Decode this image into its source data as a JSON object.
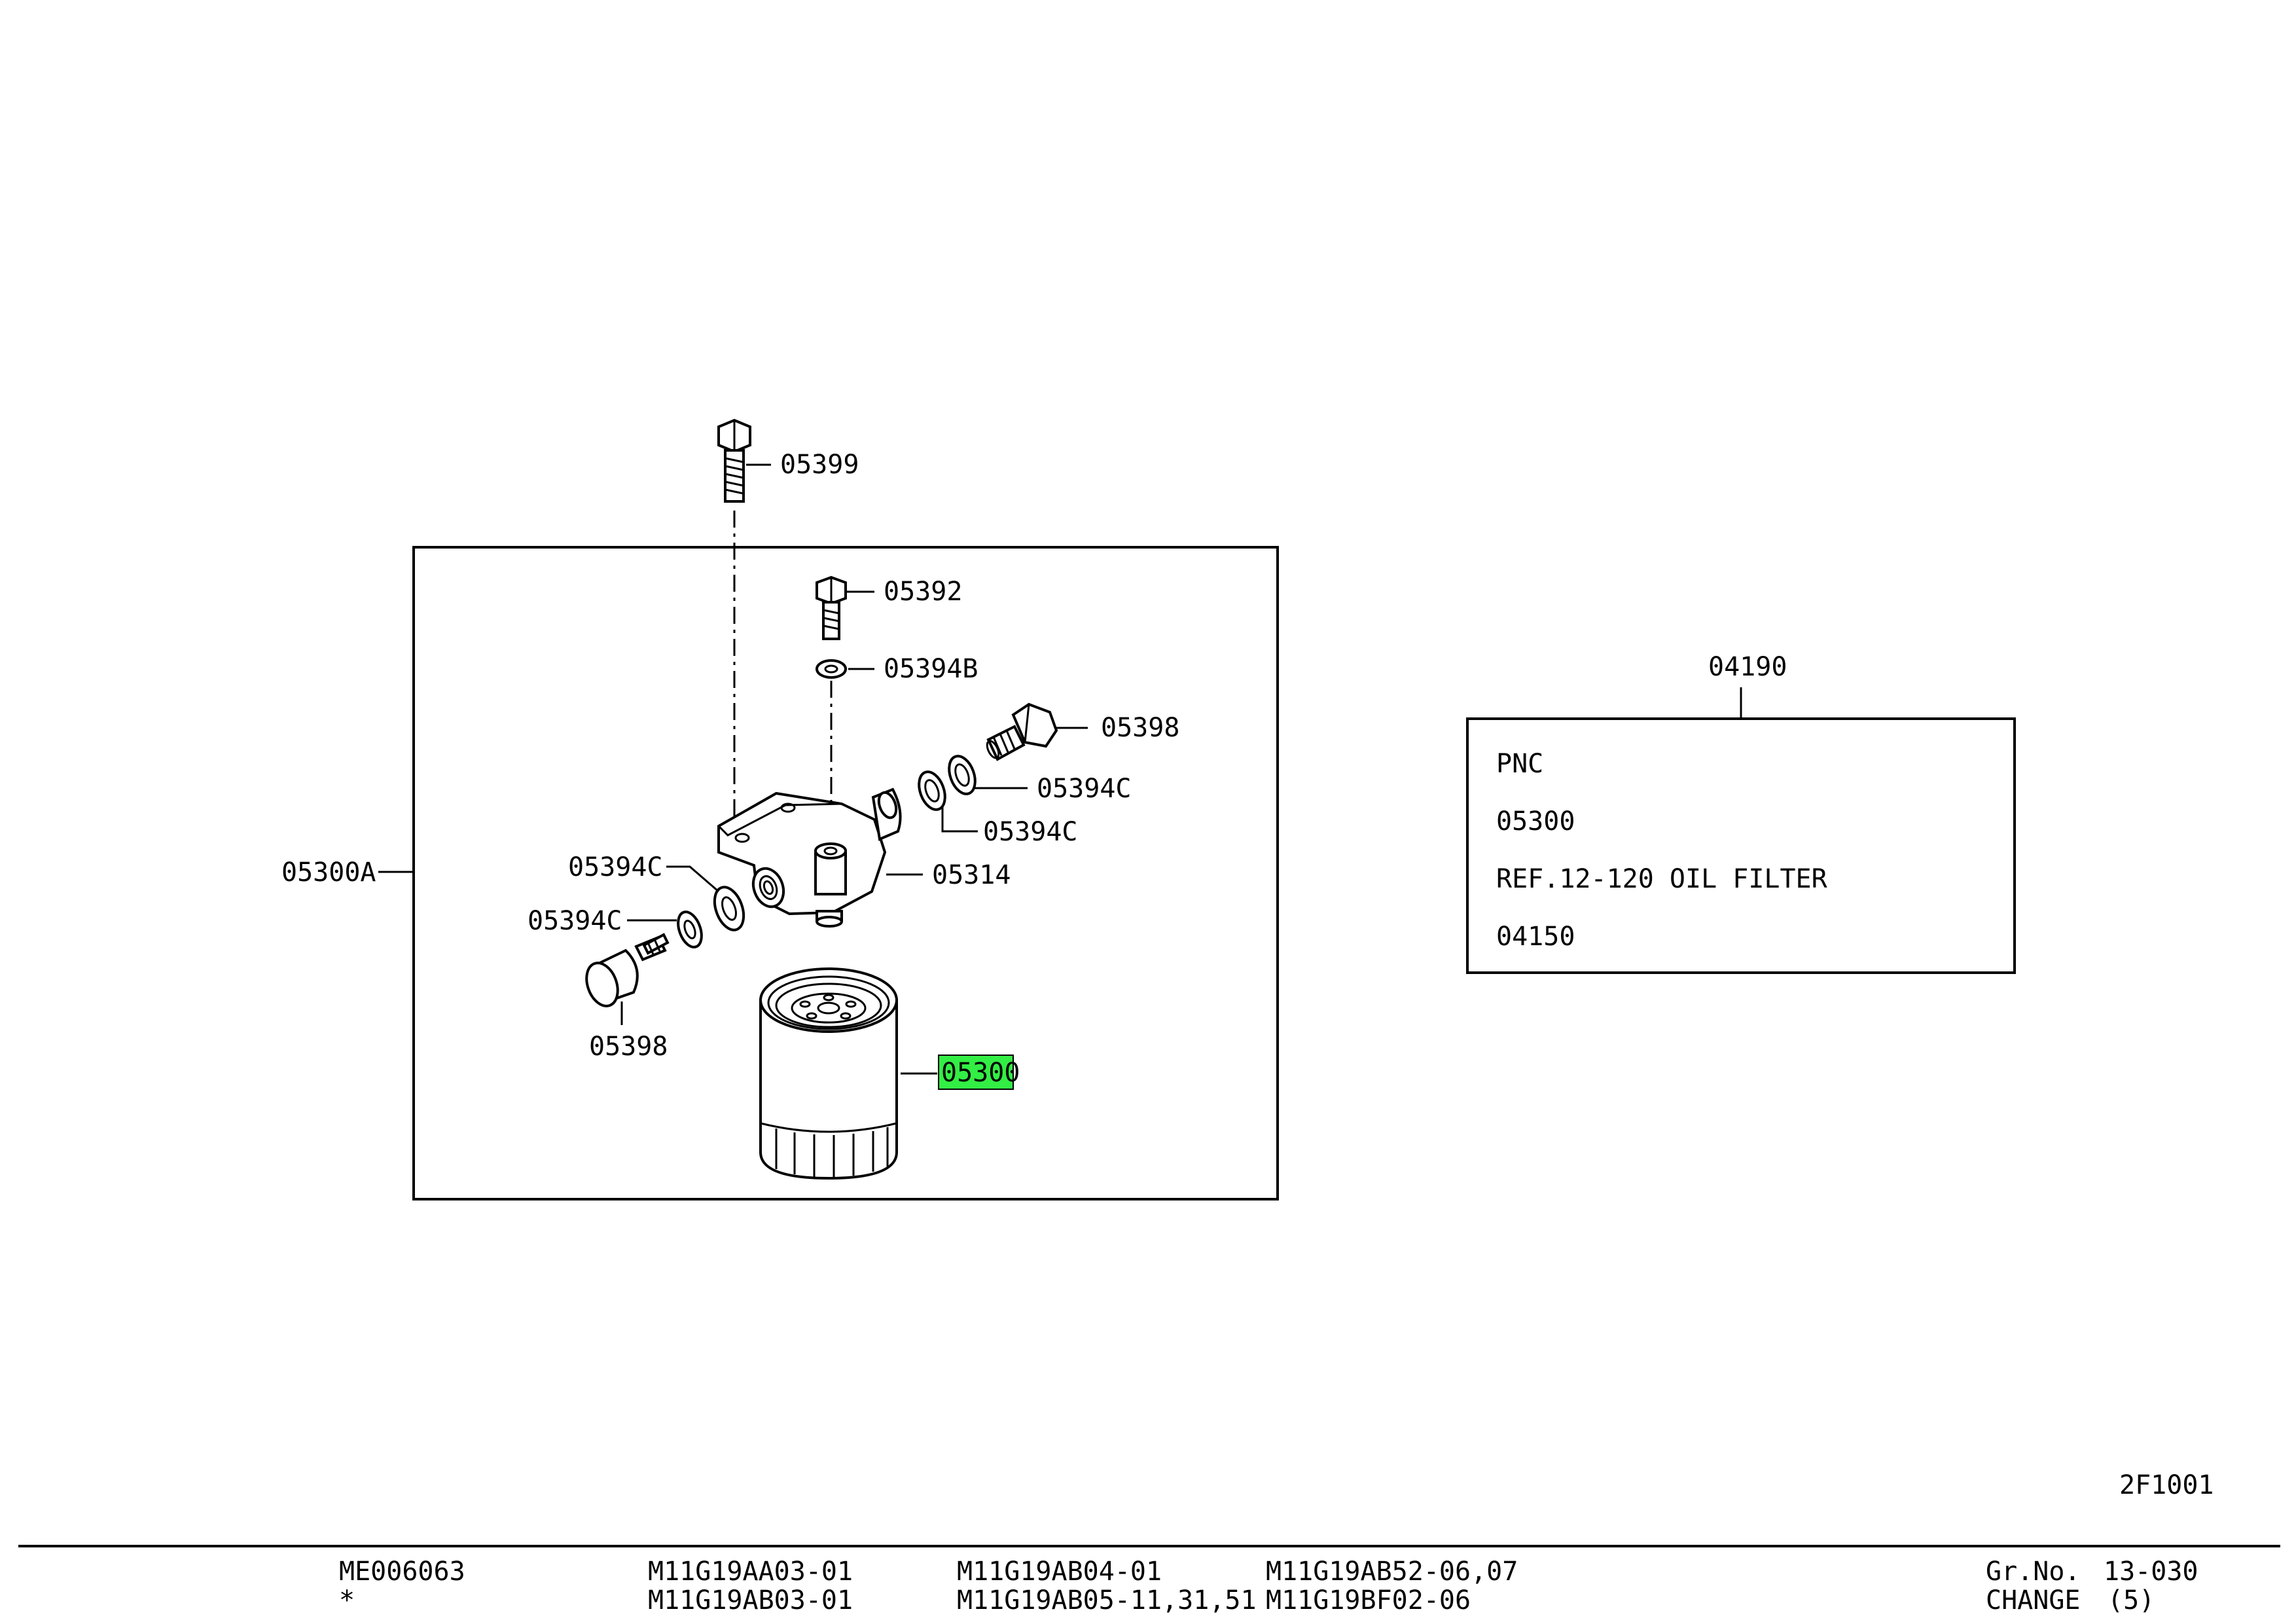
{
  "callouts": {
    "c05399": "05399",
    "c05392": "05392",
    "c05394b": "05394B",
    "c05398_top": "05398",
    "c05394c_1": "05394C",
    "c05394c_2": "05394C",
    "c05300a": "05300A",
    "c05394c_3": "05394C",
    "c05314": "05314",
    "c05394c_4": "05394C",
    "c05398_bottom": "05398",
    "c05300": "05300"
  },
  "highlight_color": "#33ee44",
  "reference_box": {
    "callout": "04190",
    "lines": [
      "PNC",
      "05300",
      "REF.12-120 OIL FILTER",
      "04150"
    ]
  },
  "illustration_code": "2F1001",
  "footer": {
    "col1": [
      "ME006063",
      "*"
    ],
    "col2": [
      "M11G19AA03-01",
      "M11G19AB03-01"
    ],
    "col3": [
      "M11G19AB04-01",
      "M11G19AB05-11,31,51"
    ],
    "col4": [
      "M11G19AB52-06,07",
      "M11G19BF02-06"
    ],
    "gr_no_label": "Gr.No.",
    "gr_no_value": "13-030",
    "change_label": "CHANGE",
    "change_value": "(5)"
  }
}
